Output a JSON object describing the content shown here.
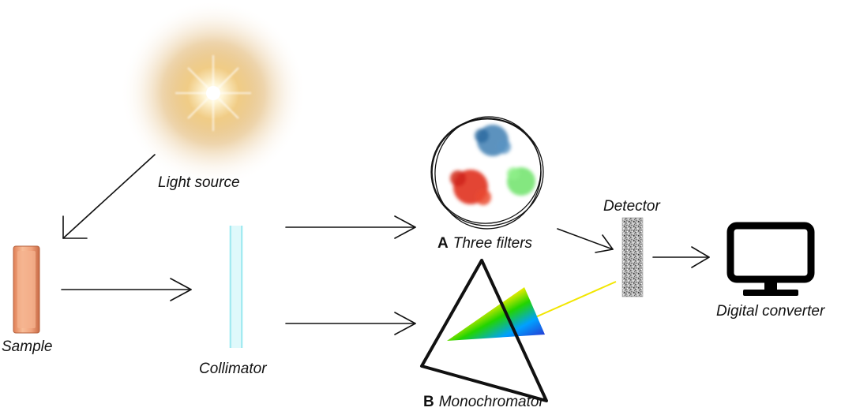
{
  "labels": {
    "light_source": "Light source",
    "sample": "Sample",
    "collimator": "Collimator",
    "three_filters_letter": "A",
    "three_filters": "Three filters",
    "monochromator_letter": "B",
    "monochromator": "Monochromator",
    "detector": "Detector",
    "digital_converter": "Digital converter"
  },
  "colors": {
    "sample": "#f0a27c",
    "collimator": "#bff2f5",
    "filter_blue": "#3f7fb3",
    "filter_red": "#e0301e",
    "filter_green": "#6ee36a",
    "light_glow": "#d9a24a",
    "beam": "#f2e600",
    "arrow": "#111111"
  }
}
